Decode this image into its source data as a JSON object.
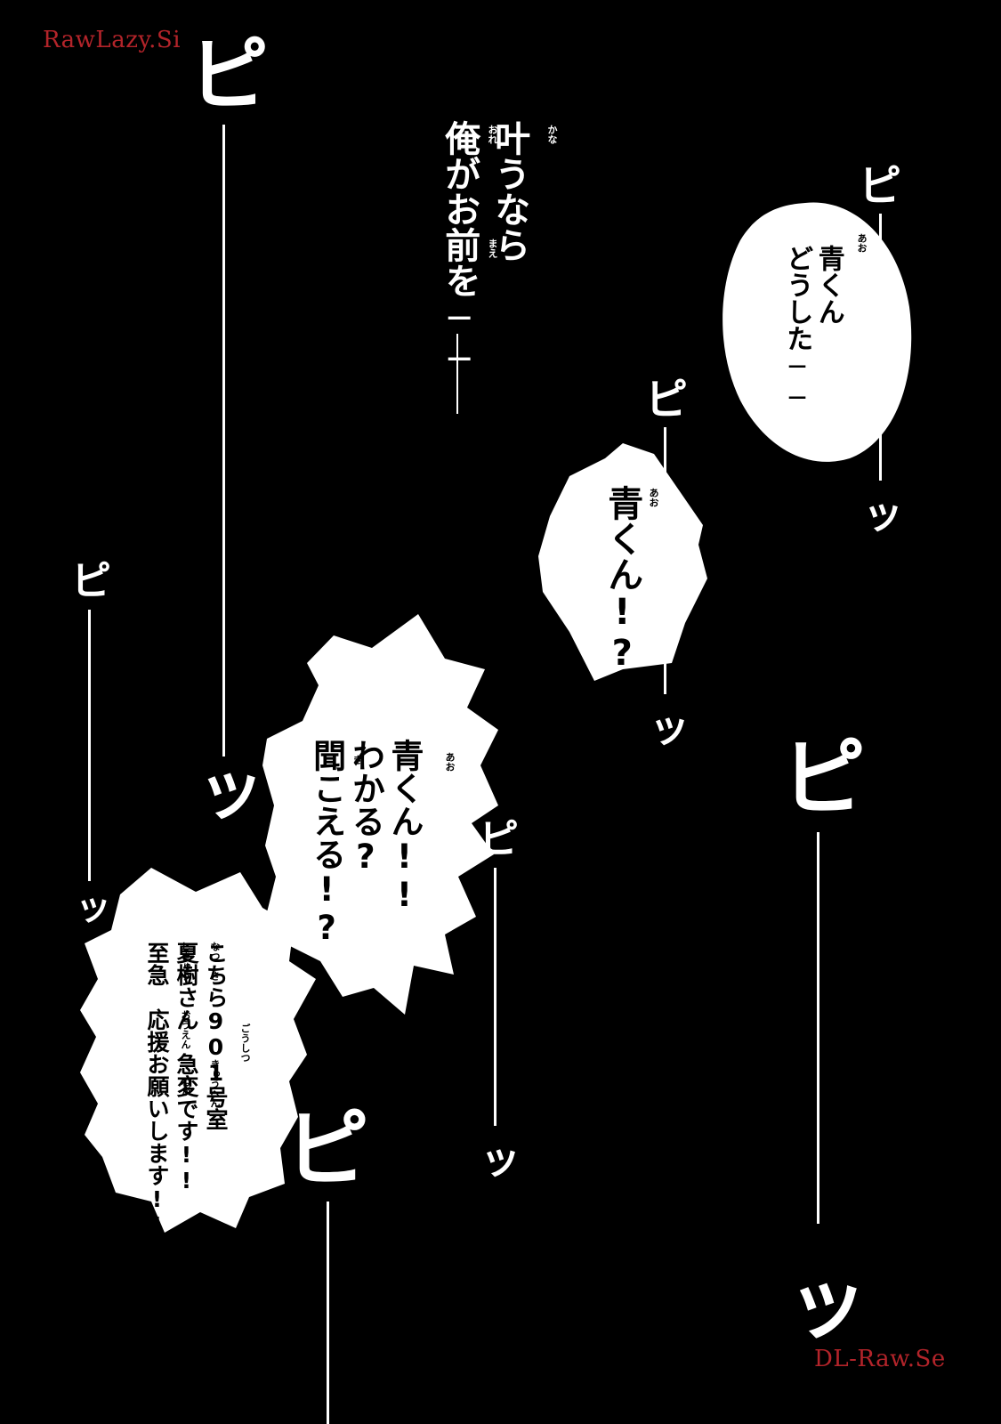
{
  "watermarks": {
    "top_left": "RawLazy.Si",
    "bottom_right": "DL-Raw.Se"
  },
  "narration": {
    "col1": "叶うなら",
    "col2": "俺がお前を──",
    "ruby_kana": "かな",
    "ruby_ore": "おれ",
    "ruby_mae": "まえ"
  },
  "bubbles": {
    "b1": {
      "text": "青くん\nどうした──",
      "ruby": "あお"
    },
    "b2": {
      "text": "青くん!?",
      "ruby": "あお"
    },
    "b3": {
      "text": "青くん!!\nわかる?\n聞こえる!?",
      "ruby_ao": "あお",
      "ruby_ki": "き"
    },
    "b4": {
      "text": "こちら901号室\n夏樹さん　急変です!!\n至急　応援お願いします!!",
      "ruby_goushitsu": "ごうしつ",
      "ruby_natsuki": "なつ　き",
      "ruby_kyuuhen": "きゅうへん",
      "ruby_shikyuu": "しきゅう",
      "ruby_ouen": "おうえん",
      "ruby_nega": "ねが"
    }
  },
  "sfx": {
    "pi": "ピ",
    "tsu": "ッ"
  }
}
